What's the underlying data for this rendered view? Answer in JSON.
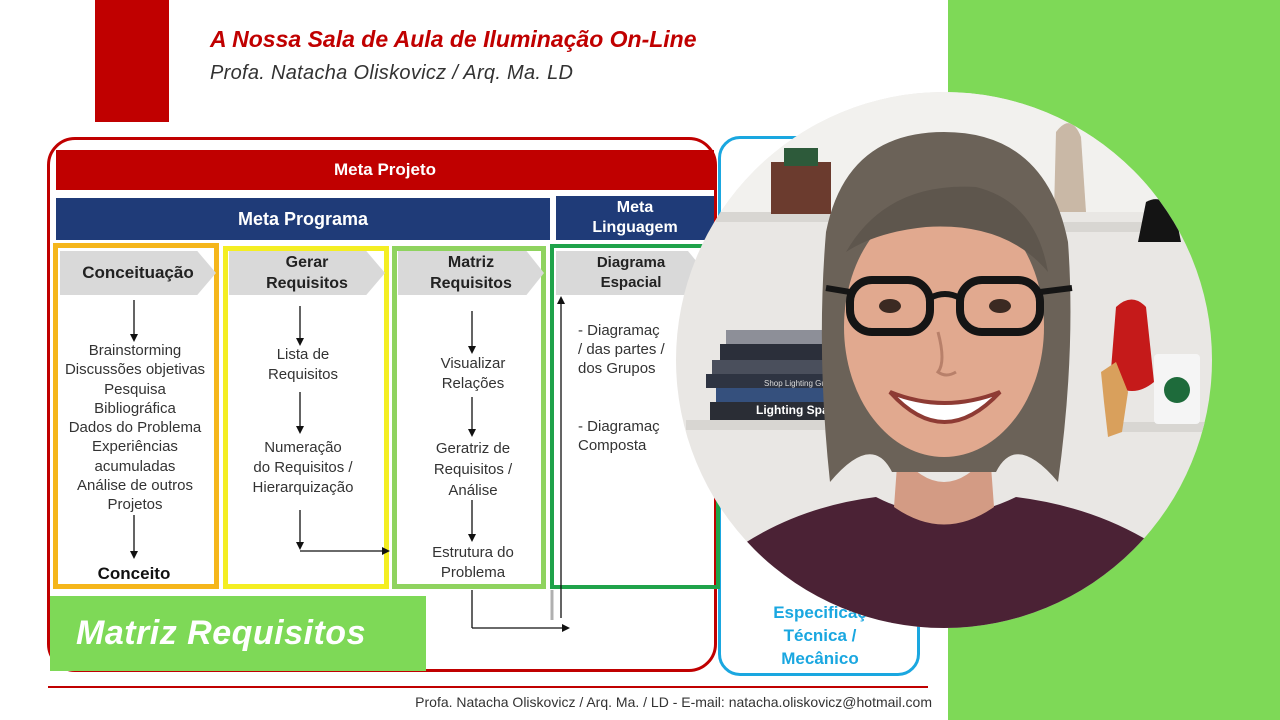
{
  "slide": {
    "title": "A Nossa Sala de Aula de Iluminação On-Line",
    "subtitle": "Profa. Natacha Oliskovicz / Arq. Ma. LD",
    "meta_projeto": "Meta Projeto",
    "meta_programa": "Meta Programa",
    "meta_linguagem": "Meta\nLinguagem",
    "columns": [
      {
        "heading": "Conceituação",
        "body": "Brainstorming\nDiscussões objetivas\nPesquisa\nBibliográfica\nDados do Problema\nExperiências\nacumuladas\nAnálise de outros\nProjetos",
        "result": "Conceito"
      },
      {
        "heading": "Gerar\nRequisitos",
        "step1": "Lista de\nRequisitos",
        "step2": "Numeração\ndo Requisitos /\nHierarquização"
      },
      {
        "heading": "Matriz\nRequisitos",
        "step1": "Visualizar\nRelações",
        "step2": "Geratriz de\nRequisitos /\nAnálise",
        "step3": "Estrutura do\nProblema"
      },
      {
        "heading": "Diagrama\nEspacial",
        "item1": "- Diagramaç\n/ das partes /\ndos Grupos",
        "item2": "- Diagramaç\nComposta"
      }
    ],
    "spec_label": "Especificaç\nTécnica /\nMecânico",
    "footer": "Profa. Natacha Oliskovicz / Arq. Ma. / LD - E-mail: natacha.oliskovicz@hotmail.com"
  },
  "caption": "Matriz Requisitos",
  "photo": {
    "book_spine_1": "Shop Lighting Guide Book",
    "book_spine_2": "Lighting Spa"
  },
  "colors": {
    "red": "#c00000",
    "navy": "#1f3b78",
    "green_panel": "#7ed957",
    "orange": "#f5b61b",
    "yellow": "#f4ee22",
    "light_green": "#8fd35f",
    "dark_green": "#1fa34a",
    "cyan": "#1aa7e0"
  }
}
